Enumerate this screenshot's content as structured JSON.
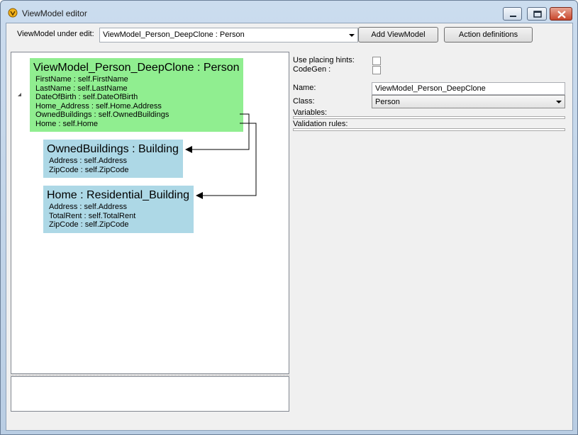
{
  "window": {
    "title": "ViewModel editor"
  },
  "toolbar": {
    "viewmodel_label": "ViewModel under edit:",
    "viewmodel_value": "ViewModel_Person_DeepClone : Person",
    "add_viewmodel_label": "Add ViewModel",
    "action_definitions_label": "Action definitions"
  },
  "diagram": {
    "root": {
      "title": "ViewModel_Person_DeepClone : Person",
      "rows": [
        "FirstName : self.FirstName",
        "LastName : self.LastName",
        "DateOfBirth : self.DateOfBirth",
        "Home_Address : self.Home.Address",
        "OwnedBuildings : self.OwnedBuildings",
        "Home : self.Home"
      ]
    },
    "owned_buildings": {
      "title": "OwnedBuildings : Building",
      "rows": [
        "Address : self.Address",
        "ZipCode : self.ZipCode"
      ]
    },
    "home": {
      "title": "Home : Residential_Building",
      "rows": [
        "Address : self.Address",
        "TotalRent : self.TotalRent",
        "ZipCode : self.ZipCode"
      ]
    }
  },
  "properties": {
    "use_placing_hints_label": "Use placing hints:",
    "use_placing_hints_checked": false,
    "codegen_label": "CodeGen :",
    "codegen_checked": false,
    "name_label": "Name:",
    "name_value": "ViewModel_Person_DeepClone",
    "class_label": "Class:",
    "class_value": "Person",
    "variables_label": "Variables:",
    "validation_rules_label": "Validation rules:"
  },
  "colors": {
    "root_box": "#90ee90",
    "child_box": "#add8e6"
  }
}
